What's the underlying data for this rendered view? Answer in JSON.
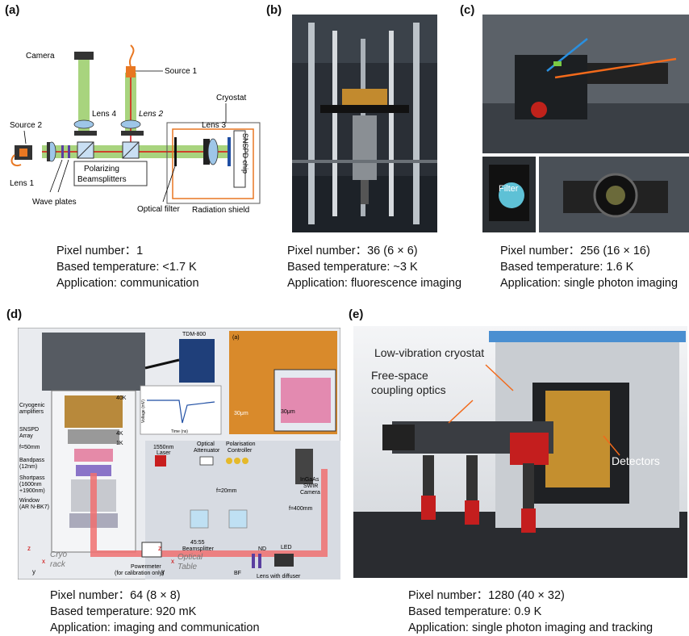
{
  "panels": [
    {
      "label": "(a)",
      "figure_labels": {
        "camera": "Camera",
        "source1": "Source 1",
        "source2": "Source 2",
        "lens1": "Lens 1",
        "lens2": "Lens 2",
        "lens3": "Lens 3",
        "lens4": "Lens 4",
        "cryostat": "Cryostat",
        "chip": "SNSPD chip",
        "pbs_line1": "Polarizing",
        "pbs_line2": "Beamsplitters",
        "wave_plates": "Wave plates",
        "optical_filter": "Optical filter",
        "radiation_shield": "Radiation shield"
      },
      "caption": [
        "Pixel number：1",
        "Based temperature: <1.7 K",
        "Application: communication"
      ]
    },
    {
      "label": "(b)",
      "caption": [
        "Pixel number：36 (6 × 6)",
        "Based temperature: ~3 K",
        "Application: fluorescence imaging"
      ]
    },
    {
      "label": "(c)",
      "figure_labels": {
        "filter": "Filter"
      },
      "caption": [
        "Pixel number：256 (16 × 16)",
        "Based temperature: 1.6 K",
        "Application: single photon imaging"
      ]
    },
    {
      "label": "(d)",
      "figure_labels": {
        "tdm": "TDM-800",
        "stage_40k": "40K",
        "stage_4k": "4K",
        "stage_1k": "1K",
        "cryo_amps_1": "Cryogenic",
        "cryo_amps_2": "amplifiers",
        "snspd_1": "SNSPD",
        "snspd_2": "Array",
        "focal": "f=50mm",
        "bandpass_1": "Bandpass",
        "bandpass_2": "(12nm)",
        "shortpass_1": "Shortpass",
        "shortpass_2": "(1600nm",
        "shortpass_3": "+1900nm)",
        "window_1": "Window",
        "window_2": "(AR N-BK7)",
        "powermeter_1": "Powermeter",
        "powermeter_2": "(for calibration only)",
        "cryo_rack_1": "Cryo",
        "cryo_rack_2": "rack",
        "optical_table_1": "Optical",
        "optical_table_2": "Table",
        "laser_1": "1550nm",
        "laser_2": "Laser",
        "attenuator_1": "Optical",
        "attenuator_2": "Attenuator",
        "polctrl_1": "Polarisation",
        "polctrl_2": "Controller",
        "lens_f20": "f=20mm",
        "lens_f400": "f=400mm",
        "camera_1": "InGaAs",
        "camera_2": "SWIR",
        "camera_3": "Camera",
        "bs_1": "45:55",
        "bs_2": "Beamsplitter",
        "nd": "ND",
        "led": "LED",
        "bf": "BF",
        "diffuser": "Lens with diffuser",
        "scale_1": "30μm",
        "scale_2": "30μm",
        "inset_label": "(a)",
        "axis_x": "x",
        "axis_y": "y",
        "axis_z": "z",
        "plot_ylabel": "Voltage (mV)",
        "plot_xlabel": "Time (ns)"
      },
      "caption": [
        "Pixel number：64 (8 × 8)",
        "Based temperature: 920 mK",
        "Application: imaging and communication"
      ]
    },
    {
      "label": "(e)",
      "figure_labels": {
        "cryostat": "Low-vibration cryostat",
        "optics_1": "Free-space",
        "optics_2": "coupling optics",
        "detectors": "Detectors"
      },
      "caption": [
        "Pixel number：1280 (40 × 32)",
        "Based temperature: 0.9 K",
        "Application: single photon imaging and tracking"
      ]
    }
  ]
}
